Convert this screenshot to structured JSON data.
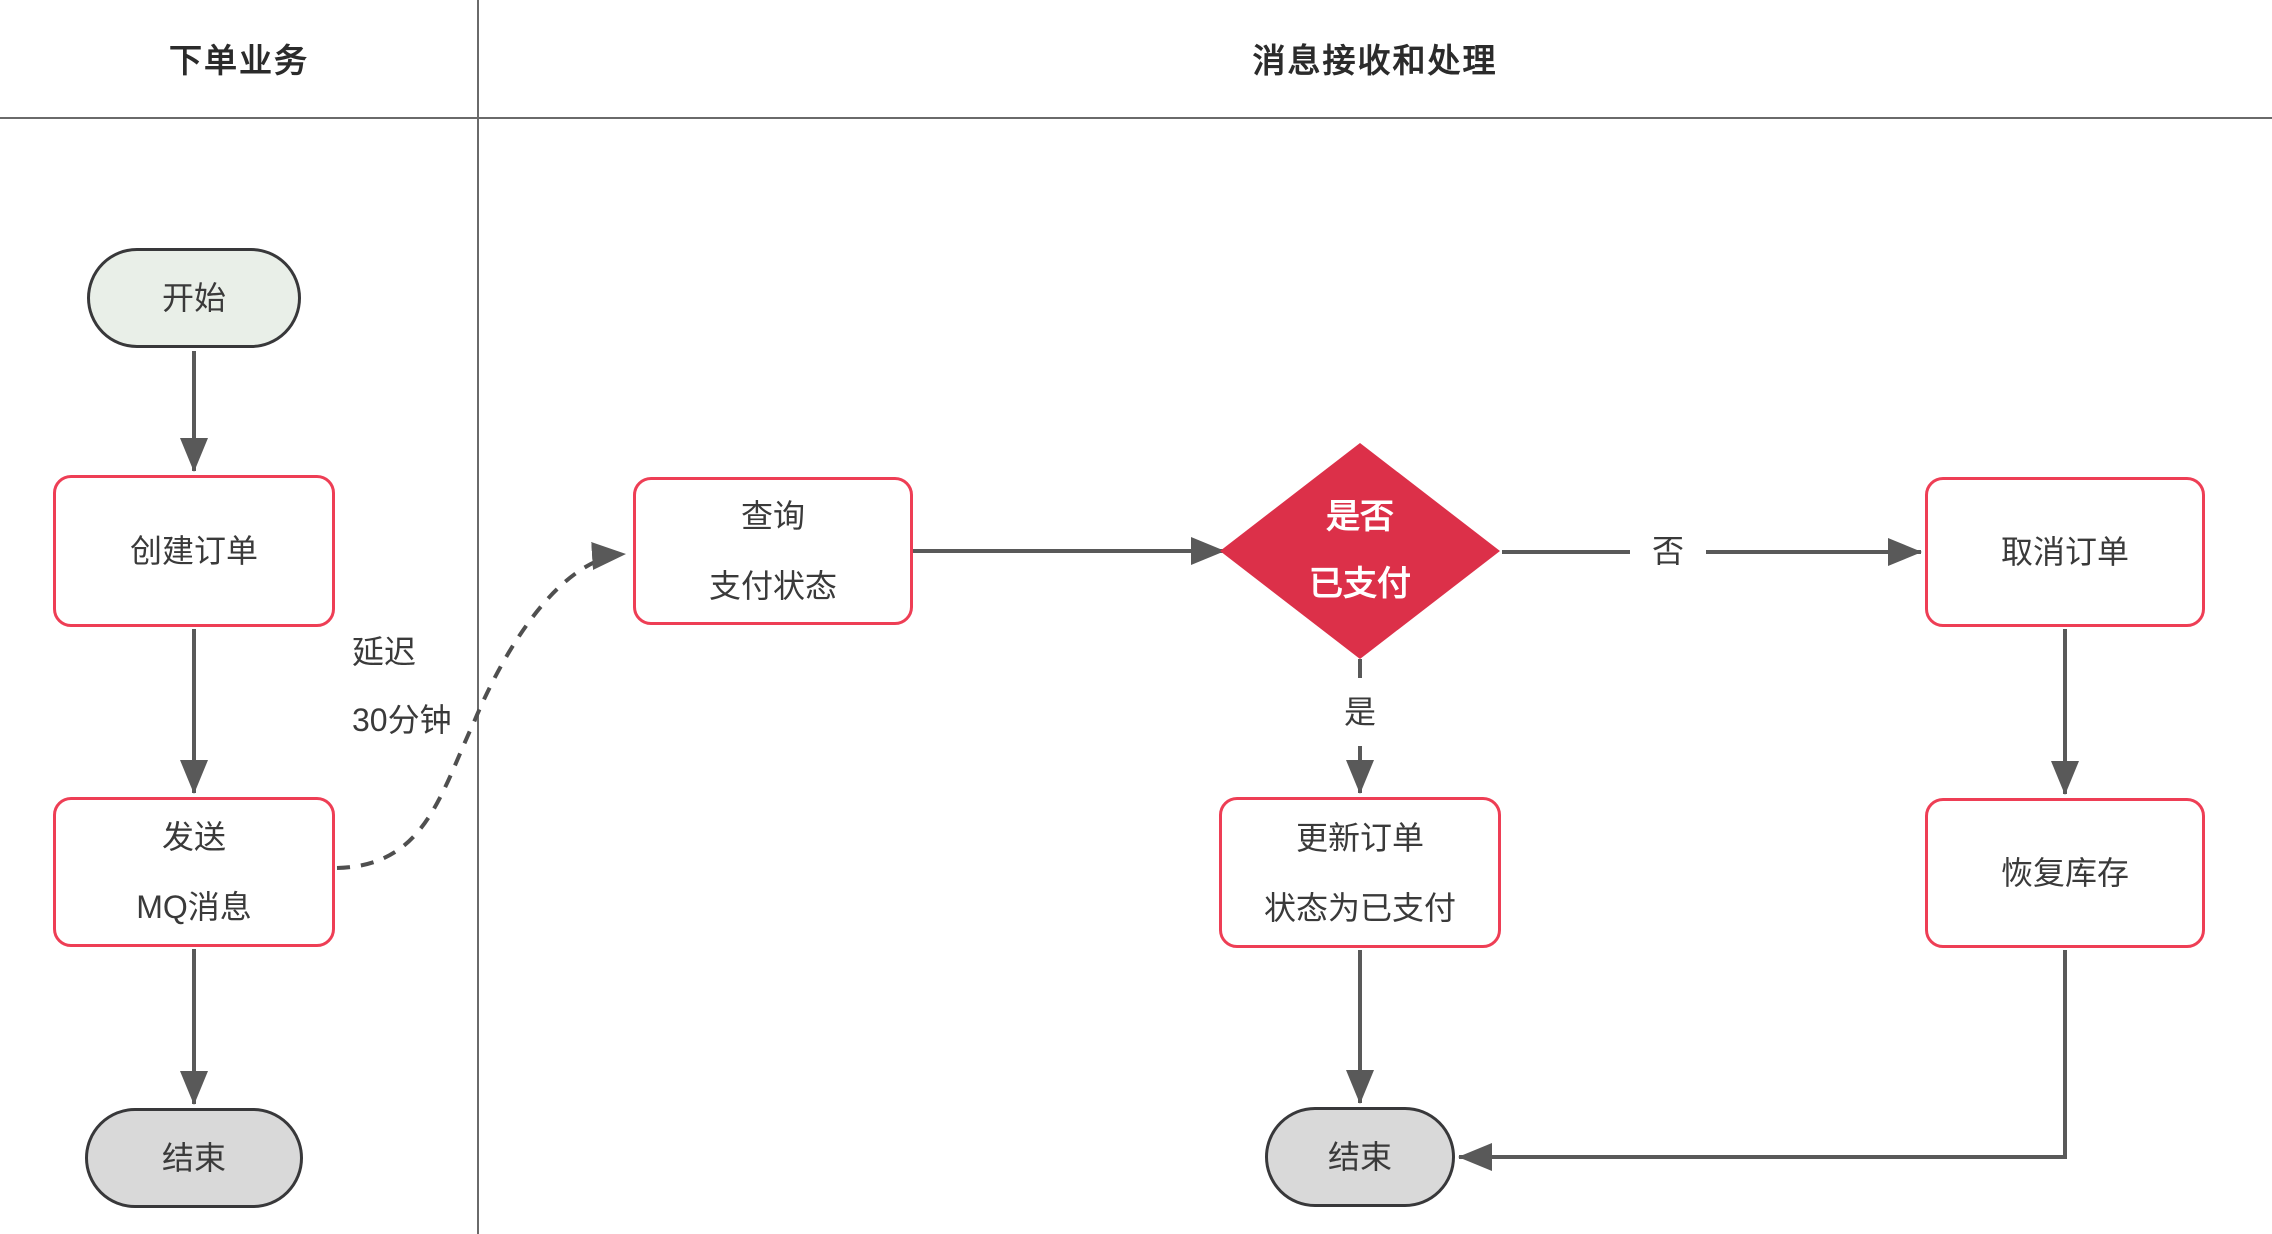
{
  "lanes": {
    "left": {
      "title": "下单业务"
    },
    "right": {
      "title": "消息接收和处理"
    }
  },
  "nodes": {
    "start": {
      "label": "开始",
      "type": "terminator"
    },
    "create_order": {
      "label": "创建订单",
      "type": "process"
    },
    "send_mq": {
      "line1": "发送",
      "line2": "MQ消息",
      "type": "process"
    },
    "end_left": {
      "label": "结束",
      "type": "terminator"
    },
    "query_status": {
      "line1": "查询",
      "line2": "支付状态",
      "type": "process"
    },
    "decision": {
      "line1": "是否",
      "line2": "已支付",
      "type": "decision"
    },
    "cancel_order": {
      "label": "取消订单",
      "type": "process"
    },
    "update_order": {
      "line1": "更新订单",
      "line2": "状态为已支付",
      "type": "process"
    },
    "restore_stock": {
      "label": "恢复库存",
      "type": "process"
    },
    "end_right": {
      "label": "结束",
      "type": "terminator"
    }
  },
  "edge_labels": {
    "delay_line1": "延迟",
    "delay_line2": "30分钟",
    "yes": "是",
    "no": "否"
  },
  "colors": {
    "process_border_red": "#ee3e55",
    "diamond_fill_red": "#dc3049",
    "start_fill_green": "#e9efe8",
    "end_fill_gray": "#d9d9d9",
    "connector_gray": "#595959",
    "divider_gray": "#6a6a6a",
    "text_dark": "#3a3a3a",
    "diamond_text": "#ffffff"
  }
}
